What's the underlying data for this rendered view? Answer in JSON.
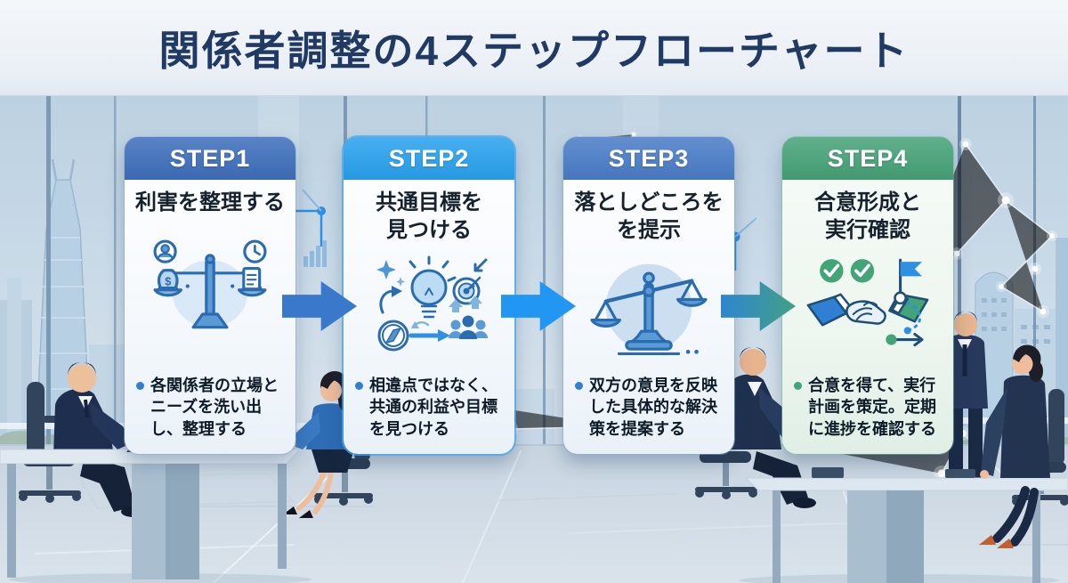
{
  "header": {
    "title": "関係者調整の4ステップフローチャート"
  },
  "steps": [
    {
      "label": "STEP1",
      "title": "利害を整理する",
      "description": "各関係者の立場とニーズを洗い出し、整理する",
      "header_color": "#3e6fbd",
      "bullet_color": "#2f7fd3",
      "icon": "scale-with-money-person-clock-document-icon"
    },
    {
      "label": "STEP2",
      "title": "共通目標を\n見つける",
      "description": "相違点ではなく、共通の利益や目標を見つける",
      "header_color": "#29a2ef",
      "bullet_color": "#2f7fd3",
      "icon": "lightbulb-compass-target-team-icon"
    },
    {
      "label": "STEP3",
      "title": "落としどころを\nを提示",
      "description": "双方の意見を反映した具体的な解決策を提案する",
      "header_color": "#4a7dc9",
      "bullet_color": "#2f7fd3",
      "icon": "tilted-balance-scale-icon"
    },
    {
      "label": "STEP4",
      "title": "合意形成と\n実行確認",
      "description": "合意を得て、実行計画を策定。定期に進捗を確認する",
      "header_color": "#46a379",
      "bullet_color": "#3fa37c",
      "icon": "handshake-checkmarks-flag-icon"
    }
  ],
  "arrows": [
    {
      "from": "STEP1",
      "to": "STEP2",
      "color_start": "#3a78cc",
      "color_end": "#3a78cc"
    },
    {
      "from": "STEP2",
      "to": "STEP3",
      "color_start": "#2196f3",
      "color_end": "#2196f3"
    },
    {
      "from": "STEP3",
      "to": "STEP4",
      "color_start": "#2e86d1",
      "color_end": "#43a085"
    }
  ],
  "colors": {
    "title_text": "#203a64",
    "card_text": "#15222e",
    "sky": "#c3d6e4",
    "floor": "#cdd9e4"
  }
}
